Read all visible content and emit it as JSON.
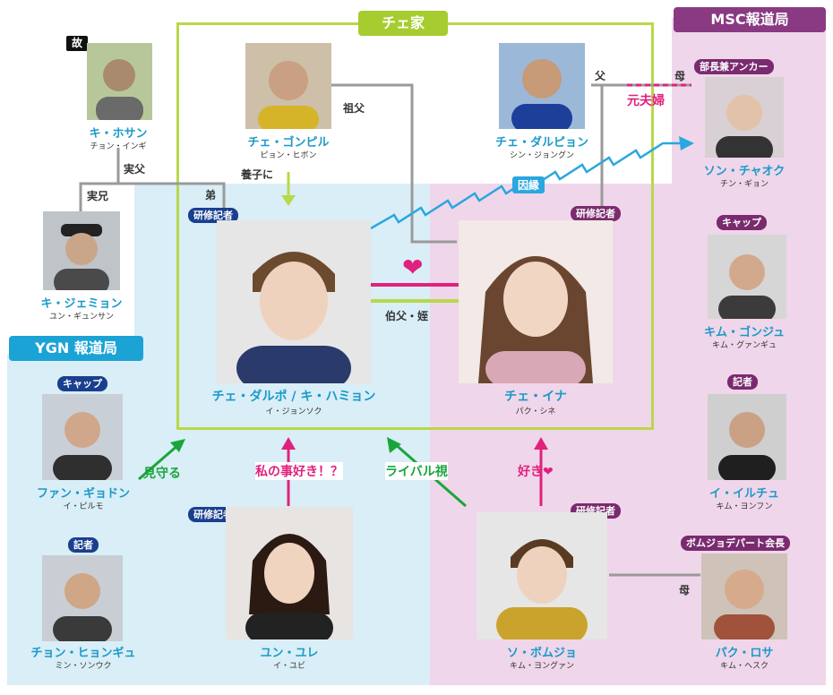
{
  "groups": {
    "chae": "チェ家",
    "msc": "MSC報道局",
    "ygn": "YGN 報道局"
  },
  "tags": {
    "deceased": "故",
    "trainee": "研修記者",
    "anchor": "部長兼アンカー",
    "cap": "キャップ",
    "reporter": "記者",
    "president": "ボムジョデパート会長"
  },
  "people": {
    "ki_hosan": {
      "name": "キ・ホサン",
      "actor": "チョン・インギ"
    },
    "chae_gonpil": {
      "name": "チェ・ゴンピル",
      "actor": "ピョン・ヒボン"
    },
    "chae_dalpyon": {
      "name": "チェ・ダルピョン",
      "actor": "シン・ジョングン"
    },
    "son_chaok": {
      "name": "ソン・チャオク",
      "actor": "チン・ギョン"
    },
    "ki_jemyon": {
      "name": "キ・ジェミョン",
      "actor": "ユン・ギュンサン"
    },
    "dalpo": {
      "name": "チェ・ダルポ / キ・ハミョン",
      "actor": "イ・ジョンソク"
    },
    "chae_ina": {
      "name": "チェ・イナ",
      "actor": "パク・シネ"
    },
    "kim_gonju": {
      "name": "キム・ゴンジュ",
      "actor": "キム・グァンギュ"
    },
    "fan_gidon": {
      "name": "ファン・ギョドン",
      "actor": "イ・ピルモ"
    },
    "yun_yure": {
      "name": "ユン・ユレ",
      "actor": "イ・ユビ"
    },
    "so_bomjo": {
      "name": "ソ・ボムジョ",
      "actor": "キム・ヨングァン"
    },
    "i_ilchu": {
      "name": "イ・イルチュ",
      "actor": "キム・ヨンフン"
    },
    "chon_hyongyu": {
      "name": "チョン・ヒョンギュ",
      "actor": "ミン・ソンウク"
    },
    "paku_rosa": {
      "name": "パク・ロサ",
      "actor": "キム・ヘスク"
    }
  },
  "relations": {
    "biological_father": "実父",
    "real_brother": "実兄",
    "younger_brother": "弟",
    "adopted": "養子に",
    "grandfather": "祖父",
    "father": "父",
    "mother_top": "母",
    "ex_couple": "元夫婦",
    "fate": "因縁",
    "uncle_niece": "伯父・姪",
    "watches_over": "見守る",
    "likes_me": "私の事好き！？",
    "rival": "ライバル視",
    "likes": "好き❤",
    "mother_bottom": "母",
    "heart": "❤"
  },
  "colors": {
    "ygn_bg": "#d9eef6",
    "msc_bg": "#f0d6ea",
    "chae_border": "#b9d84a",
    "name_blue": "#1a9ac9",
    "pink": "#e0217e",
    "green": "#1aa53c",
    "navy_tag": "#1a3f8f",
    "purple_tag": "#7a2b6f"
  }
}
